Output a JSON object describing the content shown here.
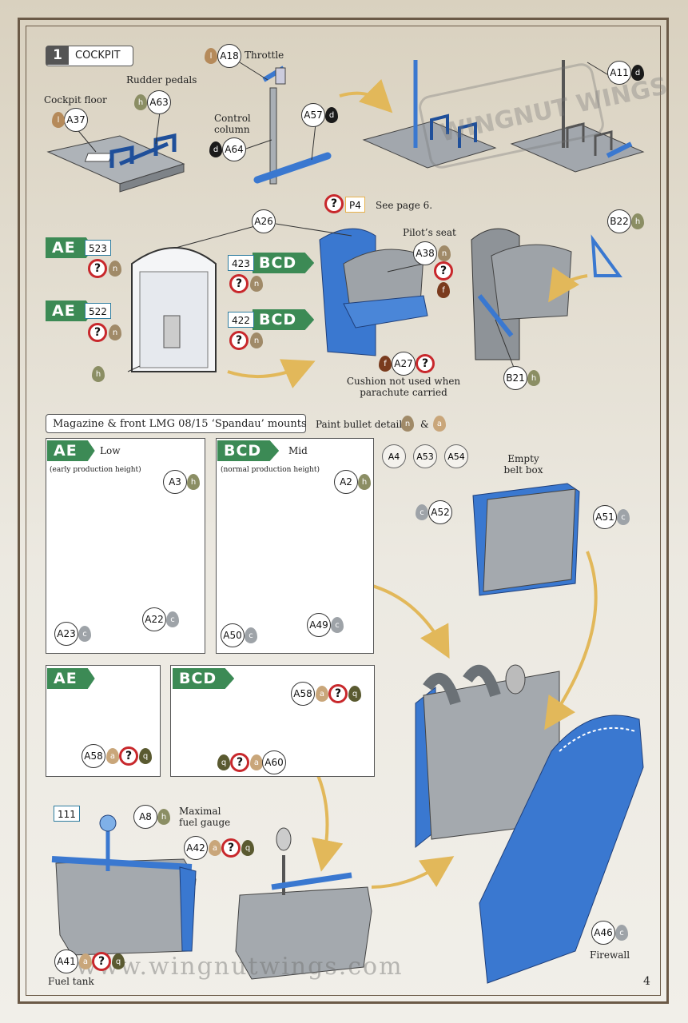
{
  "step": {
    "number": "1",
    "title": "COCKPIT"
  },
  "labels": {
    "cockpit_floor": "Cockpit floor",
    "rudder_pedals": "Rudder pedals",
    "throttle": "Throttle",
    "control_column": "Control\ncolumn",
    "see_page": "See page 6.",
    "pilots_seat": "Pilot’s seat",
    "cushion_note": "Cushion not used when\nparachute carried",
    "mounts_title": "Magazine & front LMG 08/15 ‘Spandau’ mounts",
    "paint_bullet": "Paint bullet detail",
    "ampersand": "&",
    "empty_belt_box": "Empty\nbelt box",
    "low": "Low",
    "low_sub": "(early production height)",
    "mid": "Mid",
    "mid_sub": "(normal production height)",
    "maximal_fuel_gauge": "Maximal\nfuel gauge",
    "fuel_tank": "Fuel tank",
    "firewall": "Firewall",
    "website": "www.wingnutwings.com",
    "page_number": "4",
    "watermark": "WINGNUT WINGS"
  },
  "versions": {
    "ae": "AE",
    "bcd": "BCD"
  },
  "decals": {
    "d523": "523",
    "d522": "522",
    "d423": "423",
    "d422": "422",
    "d111": "111",
    "p4": "P4"
  },
  "parts": {
    "A37": "A37",
    "A63": "A63",
    "A18": "A18",
    "A64": "A64",
    "A57": "A57",
    "A11": "A11",
    "A26": "A26",
    "A38": "A38",
    "A27": "A27",
    "B22": "B22",
    "B21": "B21",
    "A3": "A3",
    "A23": "A23",
    "A22": "A22",
    "A2": "A2",
    "A50": "A50",
    "A49": "A49",
    "A52": "A52",
    "A51": "A51",
    "A58": "A58",
    "A60": "A60",
    "A8": "A8",
    "A42": "A42",
    "A41": "A41",
    "A46": "A46",
    "A4": "A4",
    "A53": "A53",
    "A54": "A54"
  },
  "paint": {
    "l": "l",
    "h": "h",
    "d": "d",
    "n": "n",
    "f": "f",
    "c": "c",
    "a": "a",
    "q": "q"
  },
  "query": "?",
  "colors": {
    "accent_green": "#3c8a55",
    "part_blue": "#3a78d0",
    "part_grey": "#9ea3a8",
    "warning_red": "#c8282c",
    "arrow_gold": "#e2b85a",
    "border_brown": "#6b5a47"
  }
}
